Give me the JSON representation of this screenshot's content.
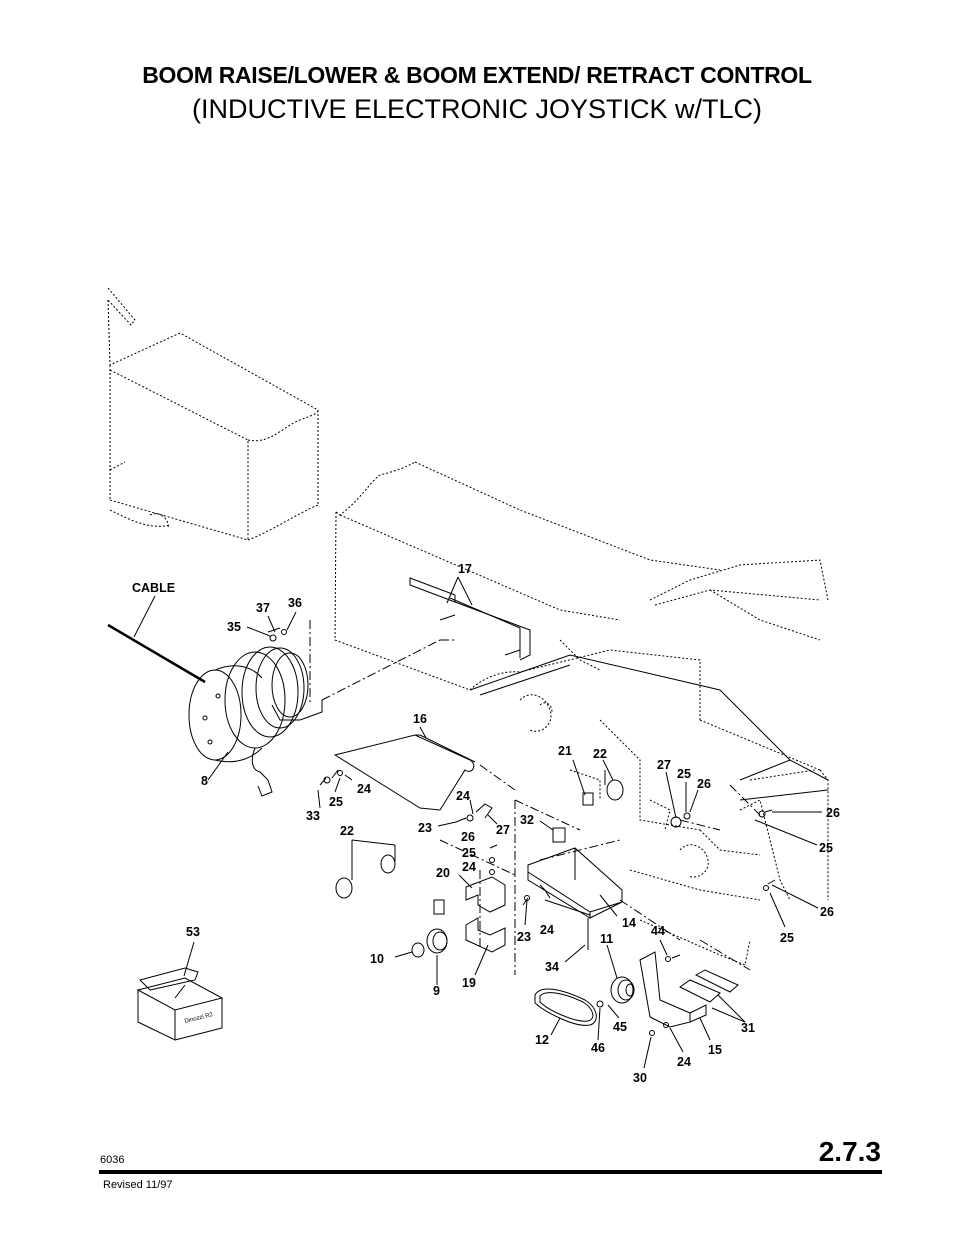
{
  "header": {
    "title": "BOOM RAISE/LOWER & BOOM EXTEND/ RETRACT CONTROL",
    "subtitle": "(INDUCTIVE ELECTRONIC JOYSTICK w/TLC)"
  },
  "diagram": {
    "cable_label": "CABLE",
    "box_text": "Dinozzi R2",
    "callouts": {
      "c8": "8",
      "c9": "9",
      "c10": "10",
      "c11": "11",
      "c12": "12",
      "c14": "14",
      "c15": "15",
      "c16": "16",
      "c17": "17",
      "c19": "19",
      "c20": "20",
      "c21": "21",
      "c22a": "22",
      "c22b": "22",
      "c23a": "23",
      "c23b": "23",
      "c24a": "24",
      "c24b": "24",
      "c24c": "24",
      "c24d": "24",
      "c24e": "24",
      "c25a": "25",
      "c25b": "25",
      "c25c": "25",
      "c25d": "25",
      "c25e": "25",
      "c26a": "26",
      "c26b": "26",
      "c26c": "26",
      "c26d": "26",
      "c27a": "27",
      "c27b": "27",
      "c30": "30",
      "c31": "31",
      "c32": "32",
      "c33": "33",
      "c34": "34",
      "c35": "35",
      "c36": "36",
      "c37": "37",
      "c44": "44",
      "c45": "45",
      "c46": "46",
      "c53": "53"
    }
  },
  "footer": {
    "doc_number": "6036",
    "page_number": "2.7.3",
    "revised": "Revised  11/97"
  }
}
